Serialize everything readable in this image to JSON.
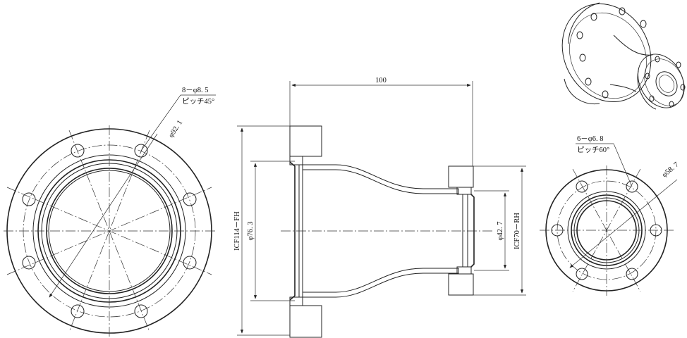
{
  "left_view": {
    "hole_callout": {
      "line1": "8－φ8. 5",
      "line2": "ピッチ45°"
    },
    "pcd_label": "φ92. 1"
  },
  "section_view": {
    "length_label": "100",
    "left_flange_label": "ICF114－FH",
    "left_bore_label": "φ76. 3",
    "right_bore_label": "φ42. 7",
    "right_flange_label": "ICF70－RH"
  },
  "right_view": {
    "hole_callout": {
      "line1": "6－φ6. 8",
      "line2": "ピッチ60°"
    },
    "pcd_label": "φ58. 7"
  }
}
